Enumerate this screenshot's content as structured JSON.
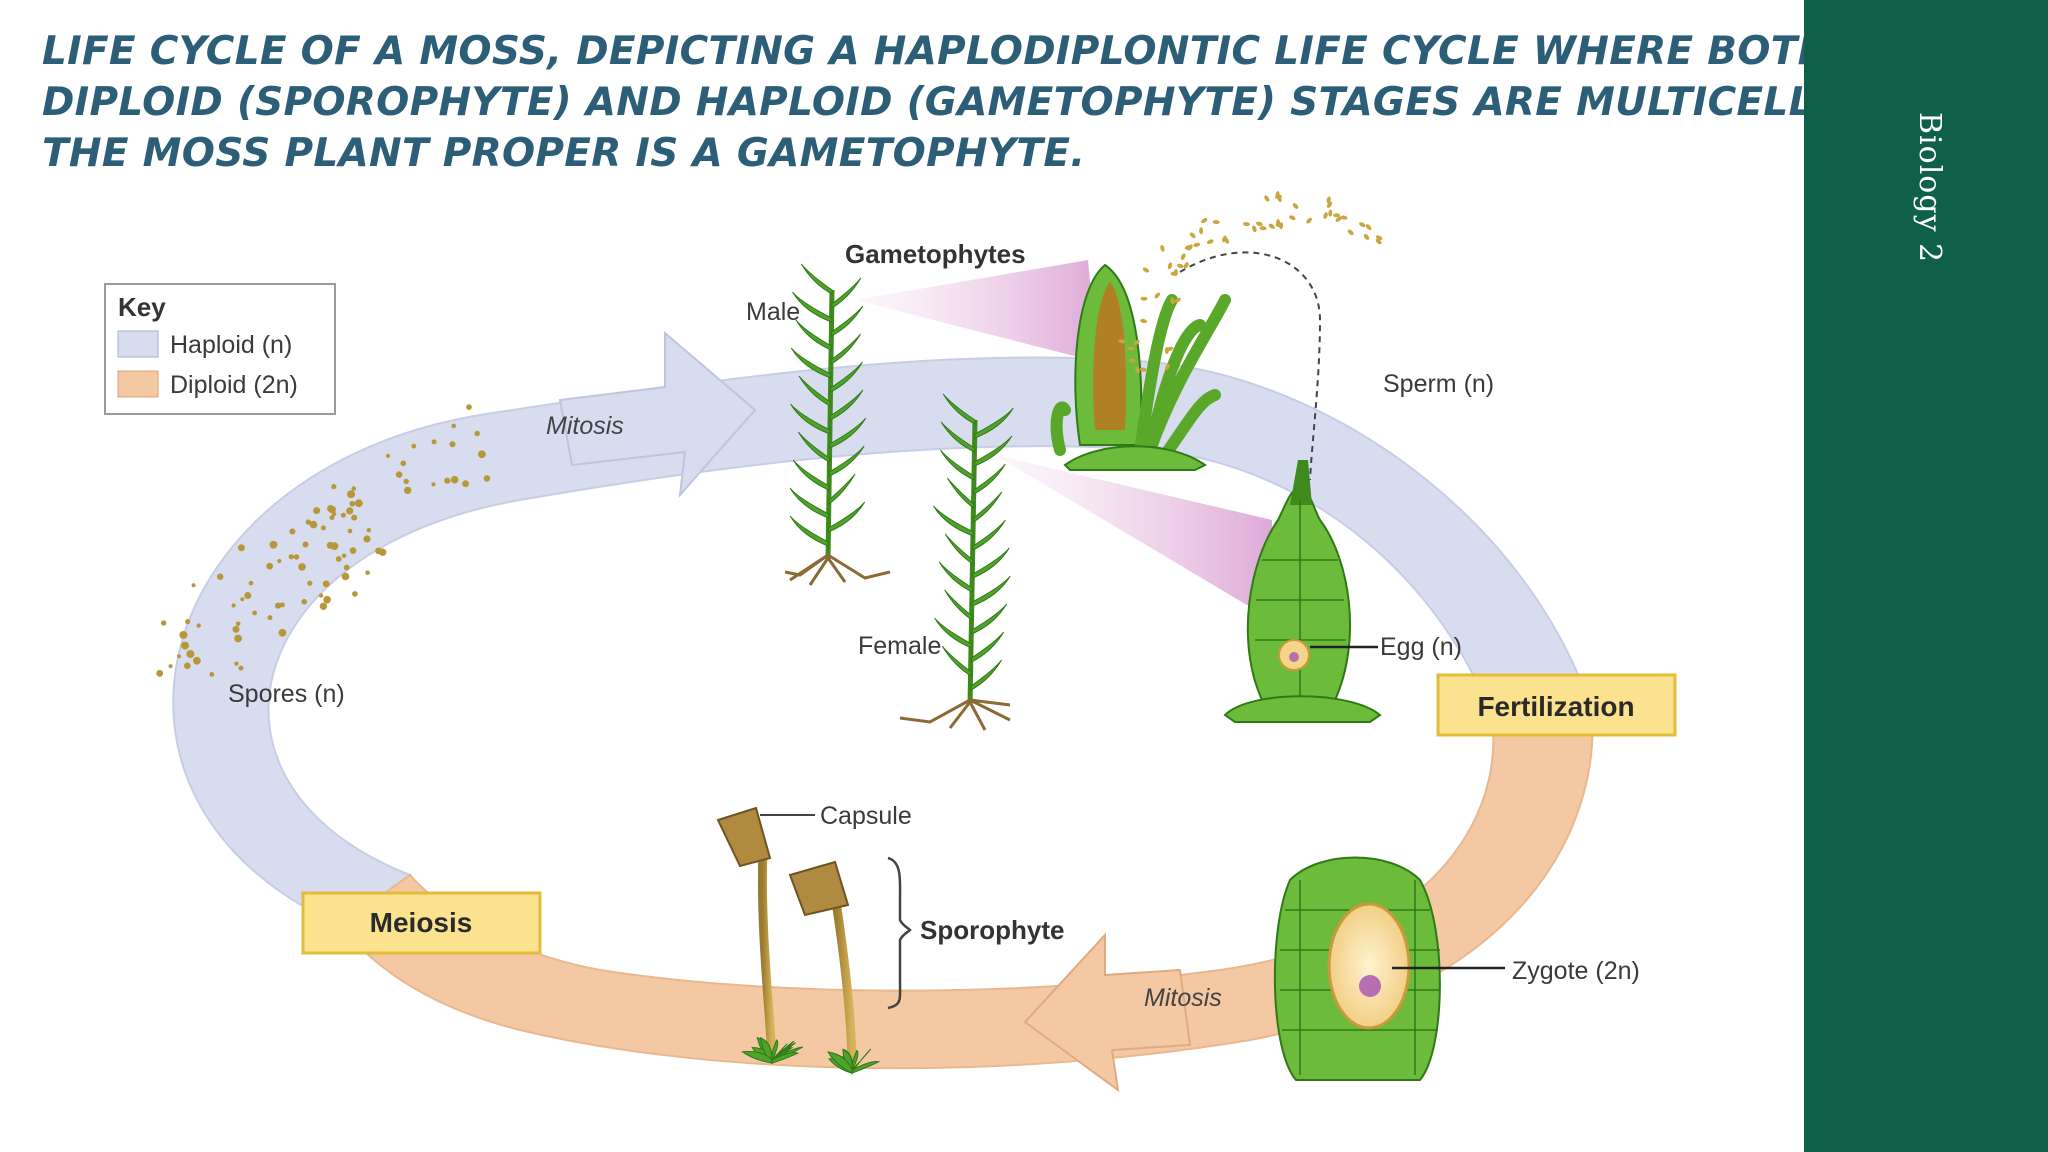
{
  "slide": {
    "title_lines": [
      "LIFE CYCLE OF A MOSS, DEPICTING A HAPLODIPLONTIC LIFE CYCLE WHERE BOTH THE",
      "DIPLOID (SPOROPHYTE) AND HAPLOID (GAMETOPHYTE) STAGES ARE MULTICELLULAR.",
      "THE MOSS PLANT PROPER IS A GAMETOPHYTE."
    ],
    "sidebar_label": "Biology 2"
  },
  "colors": {
    "title": "#2c5f77",
    "sidebar": "#0e6148",
    "haploid": "#d7dcef",
    "diploid": "#f4c8a3",
    "label_box": "#fbe28f",
    "moss_green": "#5aa82a"
  },
  "diagram": {
    "key": {
      "title": "Key",
      "haploid": "Haploid (n)",
      "diploid": "Diploid (2n)"
    },
    "labels": {
      "gametophytes": "Gametophytes",
      "male": "Male",
      "female": "Female",
      "sperm": "Sperm (n)",
      "egg": "Egg (n)",
      "spores": "Spores (n)",
      "mitosis_top": "Mitosis",
      "mitosis_bottom": "Mitosis",
      "capsule": "Capsule",
      "sporophyte": "Sporophyte",
      "zygote": "Zygote (2n)"
    },
    "stages": {
      "fertilization": "Fertilization",
      "meiosis": "Meiosis"
    }
  }
}
